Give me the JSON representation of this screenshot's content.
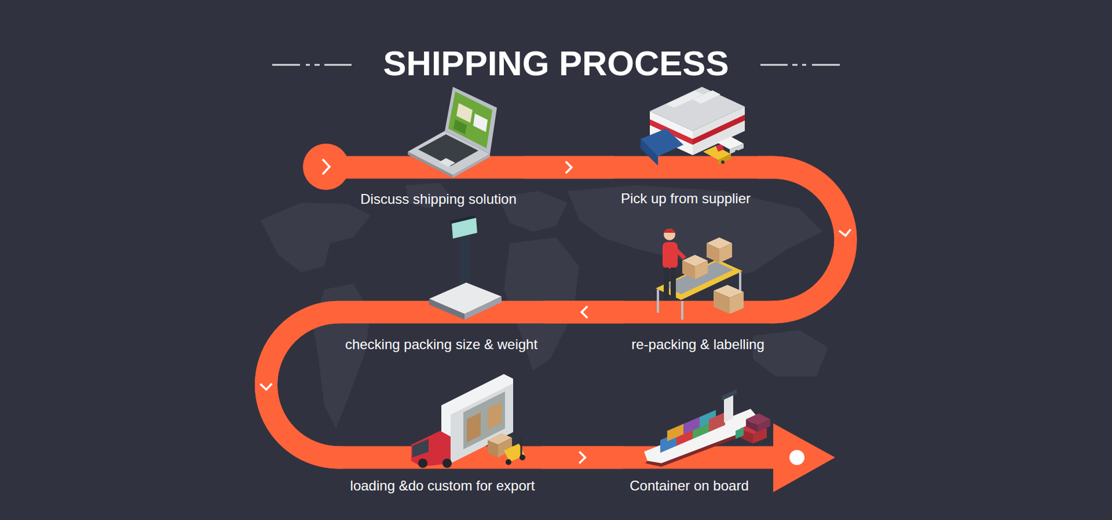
{
  "diagram": {
    "title": "SHIPPING PROCESS",
    "nodes": [
      {
        "text": [
          "Discuss shipping solution"
        ]
      },
      {
        "text": [
          "Pick up from supplier"
        ]
      },
      {
        "text": [
          "re-packing & labelling"
        ]
      },
      {
        "text": [
          "checking packing size & weight"
        ]
      },
      {
        "text": [
          "loading &do custom for export"
        ]
      },
      {
        "text": [
          "Container on board"
        ]
      }
    ],
    "edges": [
      {
        "from": 0,
        "to": 1,
        "arrow": "to"
      },
      {
        "from": 1,
        "to": 2,
        "arrow": "to"
      },
      {
        "from": 2,
        "to": 3,
        "arrow": "to"
      },
      {
        "from": 3,
        "to": 4,
        "arrow": "to"
      },
      {
        "from": 4,
        "to": 5,
        "arrow": "to"
      }
    ]
  }
}
